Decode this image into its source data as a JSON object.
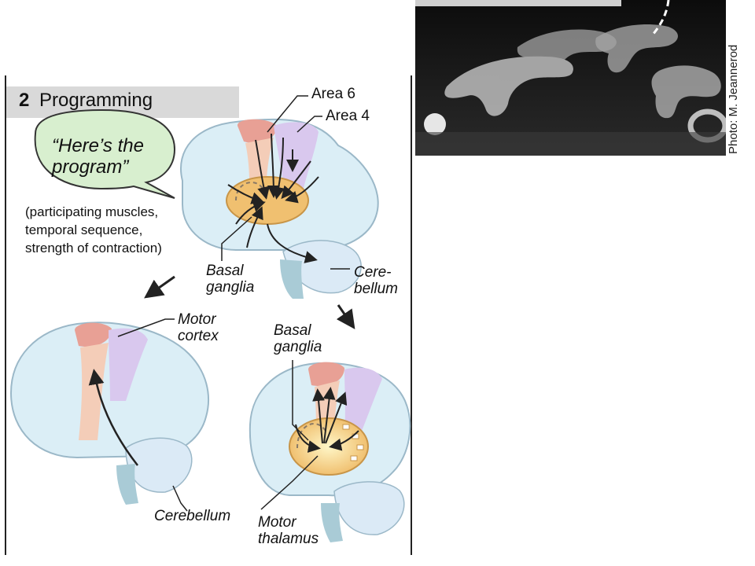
{
  "panel": {
    "number": "2",
    "title": "Programming",
    "speech": "“Here’s the program”",
    "caption_lines": [
      "(participating muscles,",
      "temporal sequence,",
      "strength of contraction)"
    ]
  },
  "labels": {
    "area6": "Area 6",
    "area4": "Area 4",
    "basal_ganglia_top": "Basal ganglia",
    "cerebellum_top": "Cere- bellum",
    "motor_cortex": "Motor cortex",
    "basal_ganglia_bottom": "Basal ganglia",
    "cerebellum_left": "Cerebellum",
    "motor_thalamus": "Motor thalamus"
  },
  "photo": {
    "credit": "Photo: M. Jeannerod"
  }
}
